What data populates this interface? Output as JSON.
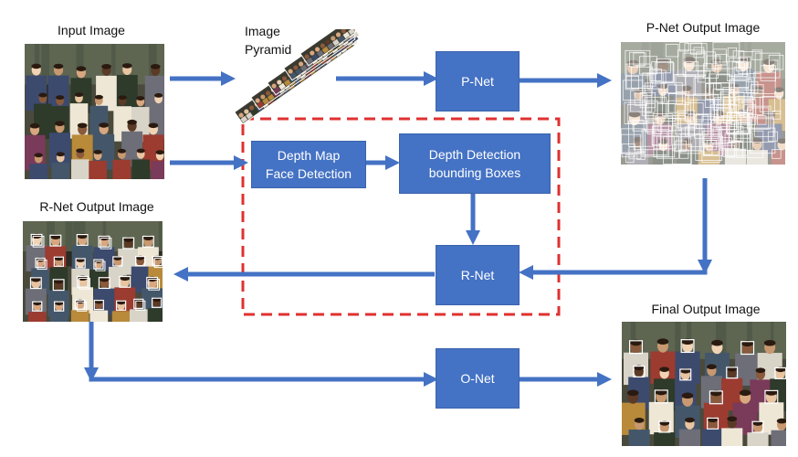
{
  "captions": {
    "input_image": "Input Image",
    "image_pyramid": "Image\nPyramid",
    "pnet_output": "P-Net Output Image",
    "rnet_output": "R-Net Output Image",
    "final_output": "Final Output Image"
  },
  "boxes": {
    "pnet": "P-Net",
    "depth_map": "Depth Map\nFace Detection",
    "depth_detection": "Depth Detection\nbounding Boxes",
    "rnet": "R-Net",
    "onet": "O-Net"
  },
  "colors": {
    "box_fill": "#4472c4",
    "arrow": "#4472c4",
    "dashed_region": "#e03030"
  }
}
